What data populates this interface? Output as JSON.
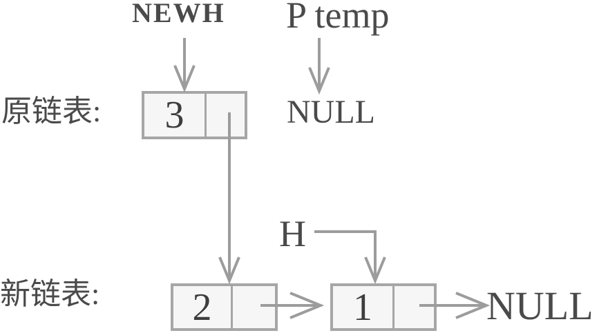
{
  "diagram": {
    "title_hint": "singly linked list head-insert reversal illustration",
    "labels": {
      "newh": "NEWH",
      "p_temp": "P temp",
      "h": "H",
      "original_list": "原链表:",
      "new_list": "新链表:",
      "null_top": "NULL",
      "null_bottom": "NULL"
    },
    "nodes": [
      {
        "id": "node-3",
        "value": "3",
        "row": "original_list"
      },
      {
        "id": "node-2",
        "value": "2",
        "row": "new_list"
      },
      {
        "id": "node-1",
        "value": "1",
        "row": "new_list"
      }
    ],
    "arrows": [
      {
        "name": "arrow-newh-to-node3",
        "from": "NEWH",
        "to": "node-3",
        "direction": "down"
      },
      {
        "name": "arrow-ptemp-to-null",
        "from": "P temp",
        "to": "NULL",
        "direction": "down"
      },
      {
        "name": "arrow-node3-ptr-to-node2",
        "from": "node-3.ptr",
        "to": "node-2",
        "direction": "down"
      },
      {
        "name": "arrow-h-to-node1",
        "from": "H",
        "to": "node-1",
        "direction": "right-then-down"
      },
      {
        "name": "arrow-node2-ptr-to-node1",
        "from": "node-2.ptr",
        "to": "node-1",
        "direction": "right"
      },
      {
        "name": "arrow-node1-ptr-to-null",
        "from": "node-1.ptr",
        "to": "NULL",
        "direction": "right"
      }
    ],
    "colors": {
      "background": "#ffffff",
      "text": "#4a4a4a",
      "digit": "#3d3d3d",
      "line": "#9c9c9c",
      "box_border": "#a6a6a6",
      "box_fill": "#f6f6f6"
    }
  }
}
